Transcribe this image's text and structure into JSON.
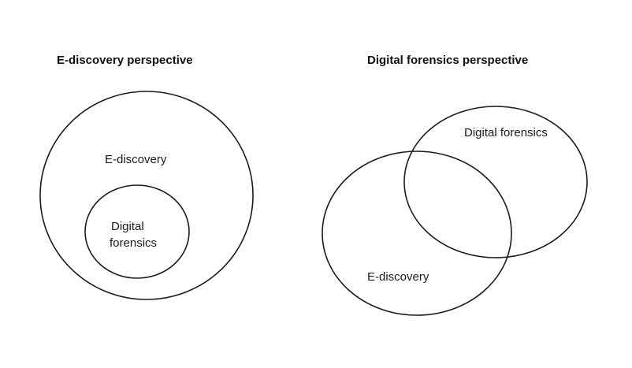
{
  "panels": [
    {
      "title": "E-discovery perspective",
      "sets": [
        {
          "label_lines": [
            "E-discovery"
          ]
        },
        {
          "label_lines": [
            "Digital",
            "forensics"
          ]
        }
      ]
    },
    {
      "title": "Digital forensics perspective",
      "sets": [
        {
          "label_lines": [
            "Digital forensics"
          ]
        },
        {
          "label_lines": [
            "E-discovery"
          ]
        }
      ]
    }
  ],
  "colors": {
    "stroke": "#1a1a1a",
    "text": "#1a1a1a",
    "background": "#ffffff"
  }
}
